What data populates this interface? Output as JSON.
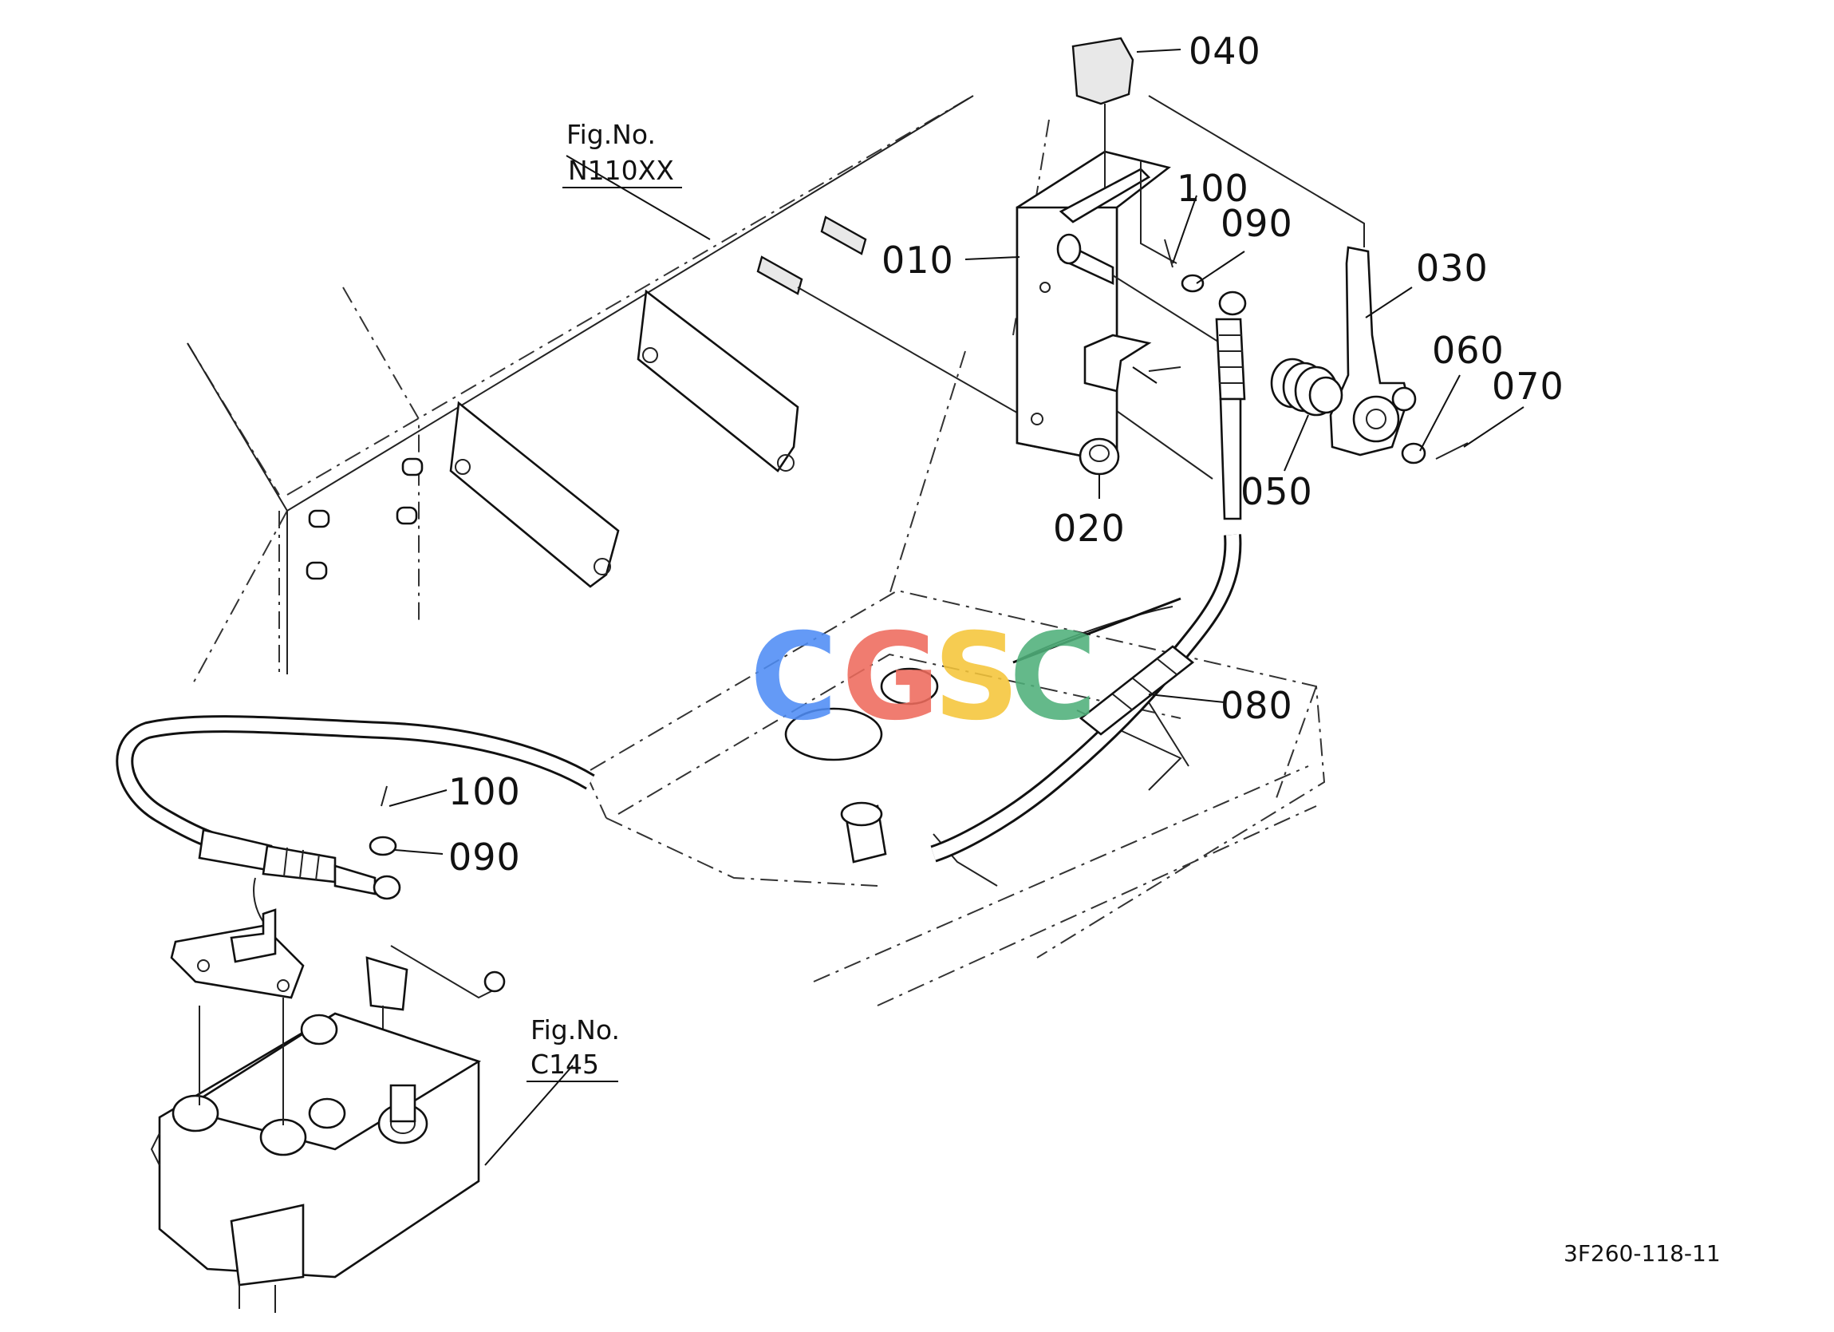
{
  "watermark": {
    "letters": [
      {
        "char": "C",
        "color": "#4f8df5"
      },
      {
        "char": "G",
        "color": "#ee6b5d"
      },
      {
        "char": "S",
        "color": "#f5c53a"
      },
      {
        "char": "C",
        "color": "#4fb07a"
      }
    ]
  },
  "figure_refs": [
    {
      "line1": "Fig.No.",
      "line2": "N110XX"
    },
    {
      "line1": "Fig.No.",
      "line2": "C145"
    }
  ],
  "callouts": [
    {
      "id": "040",
      "text": "040"
    },
    {
      "id": "100a",
      "text": "100"
    },
    {
      "id": "090a",
      "text": "090"
    },
    {
      "id": "010",
      "text": "010"
    },
    {
      "id": "030",
      "text": "030"
    },
    {
      "id": "060",
      "text": "060"
    },
    {
      "id": "070",
      "text": "070"
    },
    {
      "id": "050",
      "text": "050"
    },
    {
      "id": "020",
      "text": "020"
    },
    {
      "id": "080",
      "text": "080"
    },
    {
      "id": "100b",
      "text": "100"
    },
    {
      "id": "090b",
      "text": "090"
    }
  ],
  "drawing_code": "3F260-118-11"
}
